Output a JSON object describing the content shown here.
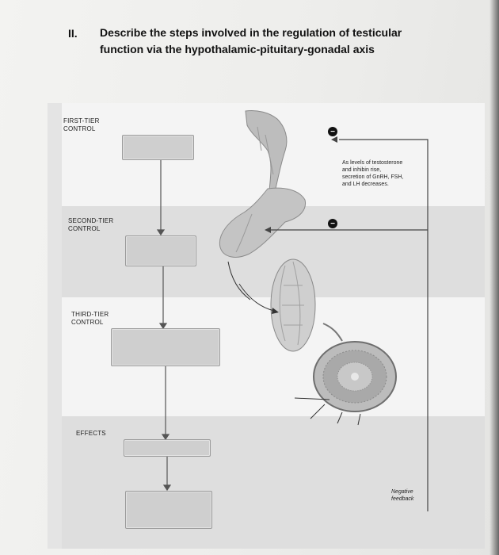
{
  "question": {
    "number": "II.",
    "text": "Describe the steps involved in the regulation of testicular function via the hypothalamic-pituitary-gonadal axis"
  },
  "diagram": {
    "tiers": [
      {
        "line1": "FIRST-TIER",
        "line2": "CONTROL"
      },
      {
        "line1": "SECOND-TIER",
        "line2": "CONTROL"
      },
      {
        "line1": "THIRD-TIER",
        "line2": "CONTROL"
      },
      {
        "line1": "EFFECTS",
        "line2": ""
      }
    ],
    "inhibition_symbol": "−",
    "annotation": {
      "line1": "As levels of testosterone",
      "line2": "and inhibin rise,",
      "line3": "secretion of GnRH, FSH,",
      "line4": "and LH decreases."
    },
    "feedback_label": {
      "line1": "Negative",
      "line2": "feedback"
    }
  }
}
